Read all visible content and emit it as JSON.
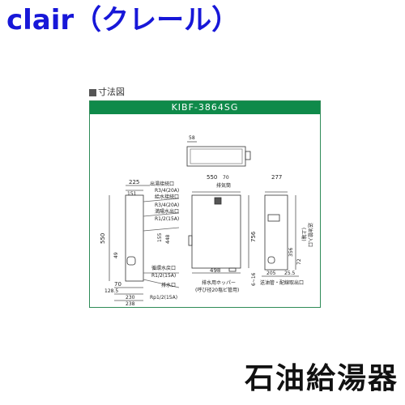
{
  "header": {
    "brand_title": "clair（クレール）"
  },
  "section": {
    "label": "寸法図"
  },
  "diagram": {
    "model": "KIBF-3864SG",
    "dims": {
      "d58": "58",
      "d225": "225",
      "d151": "151",
      "d70top": "70",
      "d550w": "550",
      "d277": "277",
      "d550h": "550",
      "d49": "49",
      "d70": "70",
      "d128": "128.5",
      "d230": "230",
      "d238": "238",
      "d448": "448",
      "d155": "155",
      "d498": "498",
      "d756": "756",
      "d616": "6~16",
      "d356": "356",
      "d72": "72",
      "d205": "205",
      "d255": "25.5"
    },
    "labels": {
      "outlet": "出湯接続口",
      "outlet_size": "R3/4(20A)",
      "supply": "給水接続口",
      "supply_size": "R3/4(20A)",
      "overflow": "満陽水出口",
      "overflow_size": "R1/2(15A)",
      "exhaust": "排気筒",
      "circ": "循環水戻口",
      "circ_size": "R1/2(15A)",
      "drain": "排水口",
      "drain_size": "Rp1/2(15A)",
      "hopper": "排水用ホッパー",
      "hopper_note": "(呼び径20塩ビ管用)",
      "oil": "送油管・配線取出口",
      "side_note1": "(上端)",
      "side_note2": "送油管入口"
    }
  },
  "footer": {
    "product_title": "石油給湯器"
  }
}
